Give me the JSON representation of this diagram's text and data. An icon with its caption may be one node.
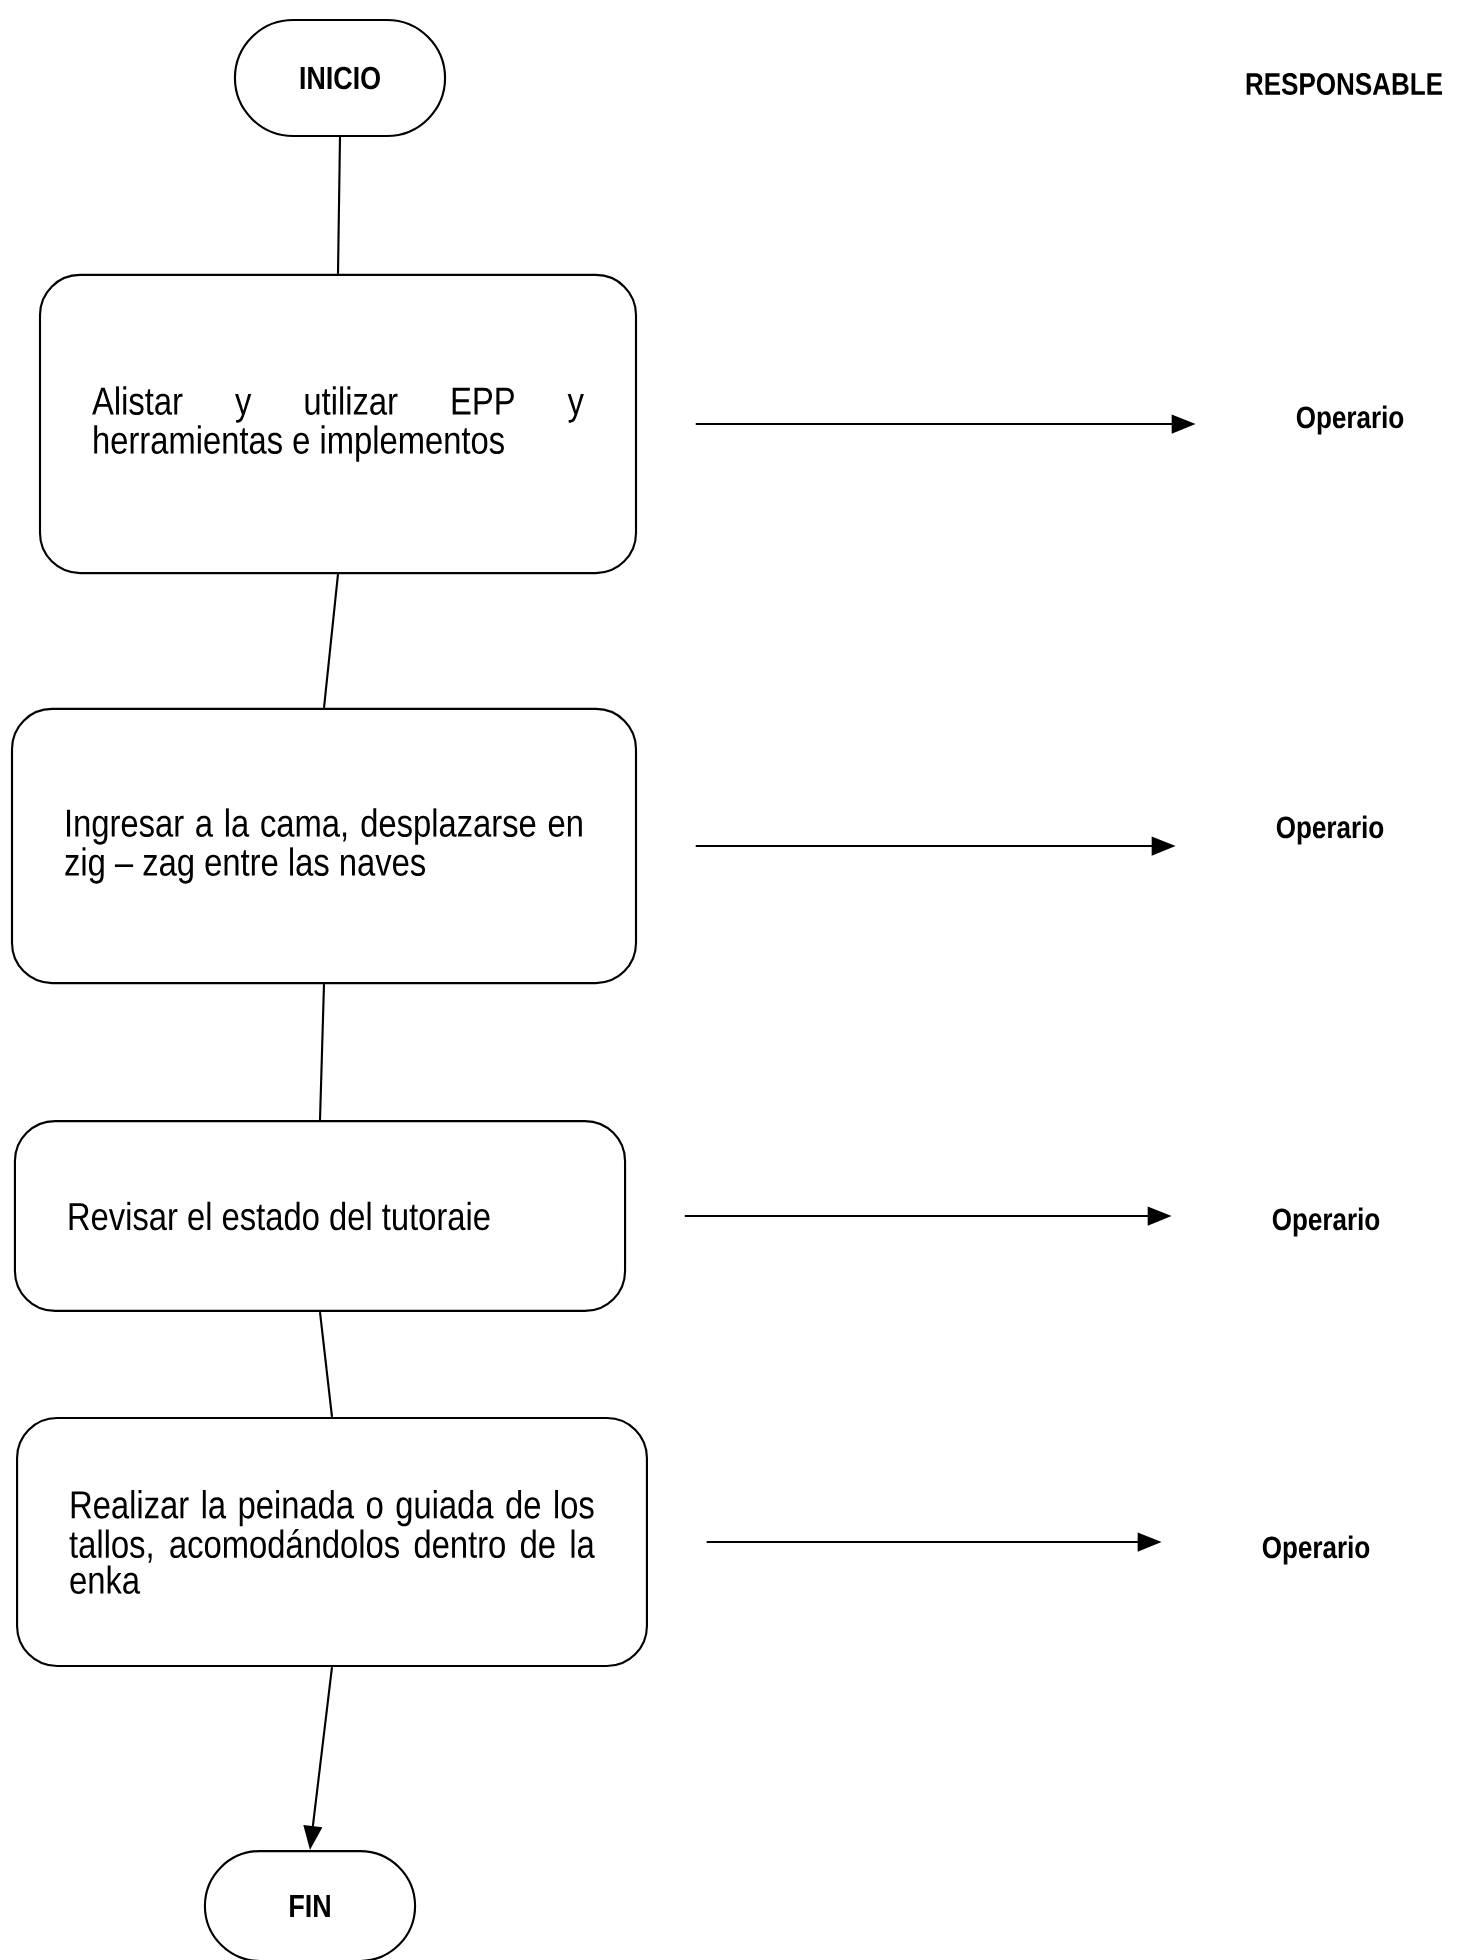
{
  "diagram": {
    "nodes": [
      {
        "text": [
          "INICIO"
        ]
      },
      {
        "text": [
          "Alistar y utilizar EPP y herramientas e implementos"
        ]
      },
      {
        "text": [
          "Operario"
        ]
      },
      {
        "text": [
          "Ingresar a la cama, desplazarse en zig – zag entre las naves"
        ]
      },
      {
        "text": [
          "Operario"
        ]
      },
      {
        "text": [
          "Revisar el estado del tutoraie"
        ]
      },
      {
        "text": [
          "Operario"
        ]
      },
      {
        "text": [
          "Realizar la peinada o guiada de los tallos, acomodándolos dentro de la enka"
        ]
      },
      {
        "text": [
          "Operario"
        ]
      },
      {
        "text": [
          "FIN"
        ]
      }
    ],
    "edges": [
      {
        "from": 0,
        "to": 1,
        "arrow": "none"
      },
      {
        "from": 1,
        "to": 2,
        "arrow": "to"
      },
      {
        "from": 1,
        "to": 3,
        "arrow": "none"
      },
      {
        "from": 3,
        "to": 4,
        "arrow": "to"
      },
      {
        "from": 3,
        "to": 5,
        "arrow": "none"
      },
      {
        "from": 5,
        "to": 6,
        "arrow": "to"
      },
      {
        "from": 5,
        "to": 7,
        "arrow": "none"
      },
      {
        "from": 7,
        "to": 8,
        "arrow": "to"
      },
      {
        "from": 7,
        "to": 9,
        "arrow": "to"
      }
    ],
    "labels": [
      "RESPONSABLE"
    ]
  }
}
